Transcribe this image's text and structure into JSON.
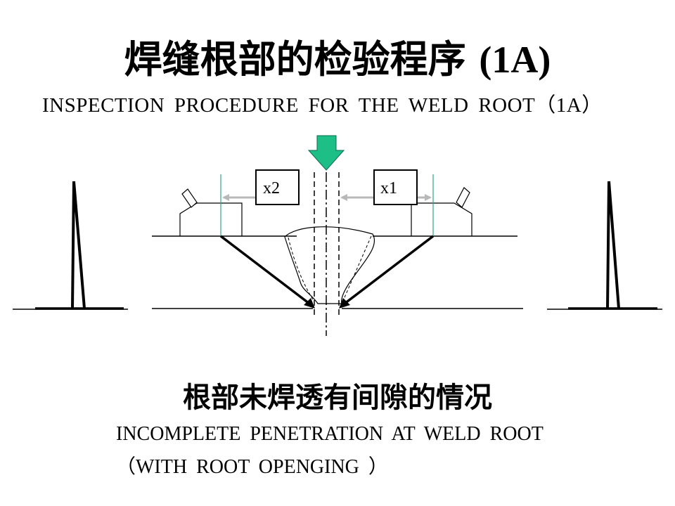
{
  "header": {
    "title_cn": "焊缝根部的检验程序",
    "title_suffix": "(1A)",
    "subtitle": "INSPECTION  PROCEDURE  FOR  THE  WELD  ROOT（1A）"
  },
  "diagram": {
    "label_x2": "x2",
    "label_x1": "x1",
    "arrow_color": "#1dbf86",
    "guide_color": "#2fa58c"
  },
  "caption": {
    "cn": "根部未焊透有间隙的情况",
    "en_line1": "INCOMPLETE  PENETRATION  AT  WELD  ROOT",
    "en_line2": "（WITH  ROOT  OPENGING ）"
  }
}
